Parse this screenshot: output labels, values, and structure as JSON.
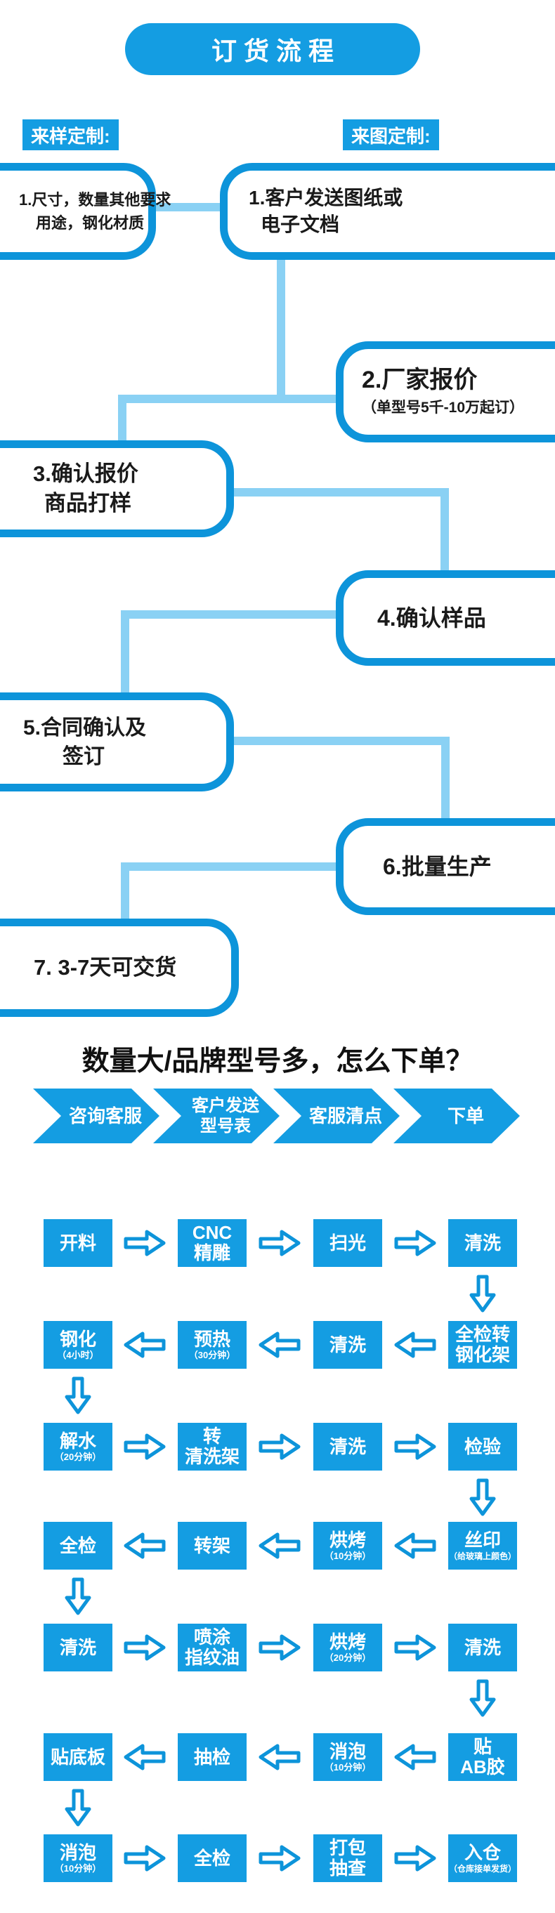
{
  "colors": {
    "primary_blue": "#149DE2",
    "border_blue": "#0D94DA",
    "connector_blue": "#8AD1F4",
    "text_black": "#1A1A1A"
  },
  "header": {
    "title": "订货流程"
  },
  "flowchart": {
    "left_branch_label": "来样定制:",
    "right_branch_label": "来图定制:",
    "steps": [
      {
        "key": "sample-step-1",
        "lines": [
          "1.尺寸，数量其他要求",
          "用途，钢化材质"
        ]
      },
      {
        "key": "drawing-step-1",
        "lines": [
          "1.客户发送图纸或",
          "电子文档"
        ]
      },
      {
        "key": "step-2-factory-quote",
        "lines": [
          "2.厂家报价"
        ],
        "note": "（单型号5千-10万起订）"
      },
      {
        "key": "step-3-confirm-quote",
        "lines": [
          "3.确认报价",
          "商品打样"
        ]
      },
      {
        "key": "step-4-confirm-sample",
        "lines": [
          "4.确认样品"
        ]
      },
      {
        "key": "step-5-contract",
        "lines": [
          "5.合同确认及",
          "签订"
        ]
      },
      {
        "key": "step-6-mass-production",
        "lines": [
          "6.批量生产"
        ]
      },
      {
        "key": "step-7-delivery",
        "lines": [
          "7. 3-7天可交货"
        ]
      }
    ]
  },
  "question": {
    "text": "数量大/品牌型号多，怎么下单？"
  },
  "order_steps": [
    {
      "label": "咨询客服"
    },
    {
      "label": "客户发送",
      "label2": "型号表"
    },
    {
      "label": "客服清点"
    },
    {
      "label": "下单"
    }
  ],
  "production": {
    "rows": [
      {
        "direction": "right",
        "drop_after": "col4",
        "steps": [
          {
            "title": "开料"
          },
          {
            "title": "CNC",
            "title2": "精雕"
          },
          {
            "title": "扫光"
          },
          {
            "title": "清洗"
          }
        ]
      },
      {
        "direction": "left",
        "drop_after": "col1",
        "steps": [
          {
            "title": "钢化",
            "sub": "（4小时）"
          },
          {
            "title": "预热",
            "sub": "（30分钟）"
          },
          {
            "title": "清洗"
          },
          {
            "title": "全检转",
            "title2": "钢化架"
          }
        ]
      },
      {
        "direction": "right",
        "drop_after": "col4",
        "steps": [
          {
            "title": "解水",
            "sub": "（20分钟）"
          },
          {
            "title": "转",
            "title2": "清洗架"
          },
          {
            "title": "清洗"
          },
          {
            "title": "检验"
          }
        ]
      },
      {
        "direction": "left",
        "drop_after": "col1",
        "steps": [
          {
            "title": "全检"
          },
          {
            "title": "转架"
          },
          {
            "title": "烘烤",
            "sub": "（10分钟）"
          },
          {
            "title": "丝印",
            "sub": "（给玻璃上颜色）"
          }
        ]
      },
      {
        "direction": "right",
        "drop_after": "col4",
        "steps": [
          {
            "title": "清洗"
          },
          {
            "title": "喷涂",
            "title2": "指纹油"
          },
          {
            "title": "烘烤",
            "sub": "（20分钟）"
          },
          {
            "title": "清洗"
          }
        ]
      },
      {
        "direction": "left",
        "drop_after": "col1",
        "steps": [
          {
            "title": "贴底板"
          },
          {
            "title": "抽检"
          },
          {
            "title": "消泡",
            "sub": "（10分钟）"
          },
          {
            "title": "贴",
            "title2": "AB胶"
          }
        ]
      },
      {
        "direction": "right",
        "drop_after": null,
        "steps": [
          {
            "title": "消泡",
            "sub": "（10分钟）"
          },
          {
            "title": "全检"
          },
          {
            "title": "打包",
            "title2": "抽查"
          },
          {
            "title": "入仓",
            "sub": "（仓库接单发货）"
          }
        ]
      }
    ]
  }
}
